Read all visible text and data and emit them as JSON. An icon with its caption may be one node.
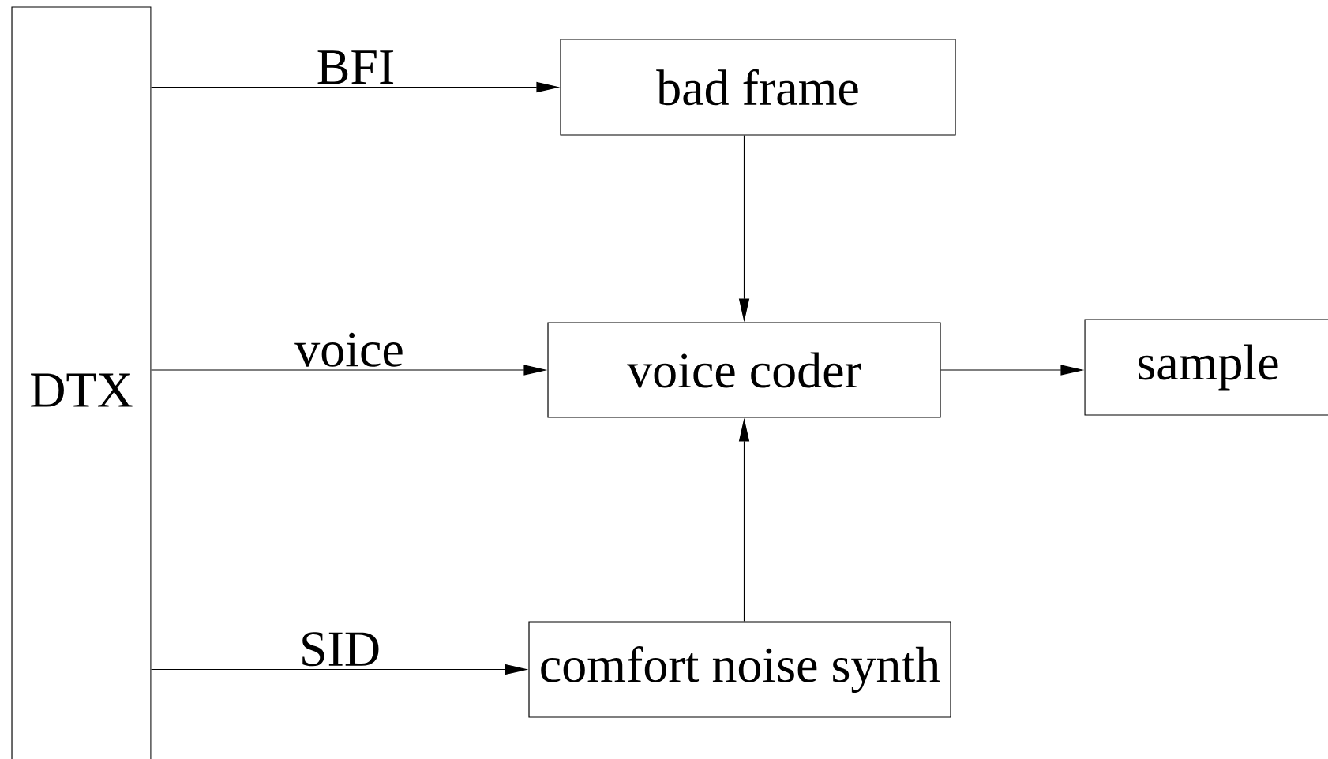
{
  "diagram": {
    "nodes": [
      {
        "text": [
          "DTX"
        ]
      },
      {
        "text": [
          "bad frame"
        ]
      },
      {
        "text": [
          "voice coder"
        ]
      },
      {
        "text": [
          "sample"
        ]
      },
      {
        "text": [
          "comfort noise synth"
        ]
      }
    ],
    "edges": [
      {
        "from": 0,
        "to": 1,
        "arrow": "to",
        "label": "BFI"
      },
      {
        "from": 0,
        "to": 2,
        "arrow": "to",
        "label": "voice"
      },
      {
        "from": 0,
        "to": 4,
        "arrow": "to",
        "label": "SID"
      },
      {
        "from": 1,
        "to": 2,
        "arrow": "to"
      },
      {
        "from": 4,
        "to": 2,
        "arrow": "to"
      },
      {
        "from": 2,
        "to": 3,
        "arrow": "to"
      }
    ]
  }
}
